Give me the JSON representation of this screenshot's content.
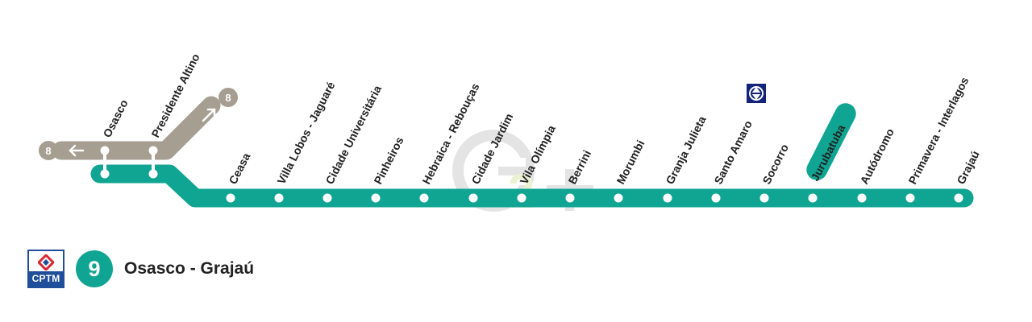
{
  "line": {
    "number": "9",
    "name": "Osasco - Grajaú",
    "color": "#10a593",
    "branch_color": "#a59e91",
    "operator": "CPTM"
  },
  "branch": {
    "connection_line": "8",
    "stations": [
      "Osasco",
      "Presidente Altino"
    ]
  },
  "stations": [
    "Ceasa",
    "Villa Lobos - Jaguaré",
    "Cidade Universitária",
    "Pinheiros",
    "Hebraica - Rebouças",
    "Cidade Jardim",
    "Vila Olímpia",
    "Berrini",
    "Morumbi",
    "Granja Julieta",
    "Santo Amaro",
    "Socorro",
    "Jurubatuba",
    "Autódromo",
    "Primavera - Interlagos",
    "Grajaú"
  ],
  "highlighted_station": "Jurubatuba",
  "transfer_station": "Santo Amaro",
  "icons": {
    "metro_transfer": "metro-logo-icon",
    "branch_arrow_left": "arrow-left-icon",
    "branch_arrow_up": "arrow-up-right-icon",
    "watermark": "watermark-logo"
  }
}
